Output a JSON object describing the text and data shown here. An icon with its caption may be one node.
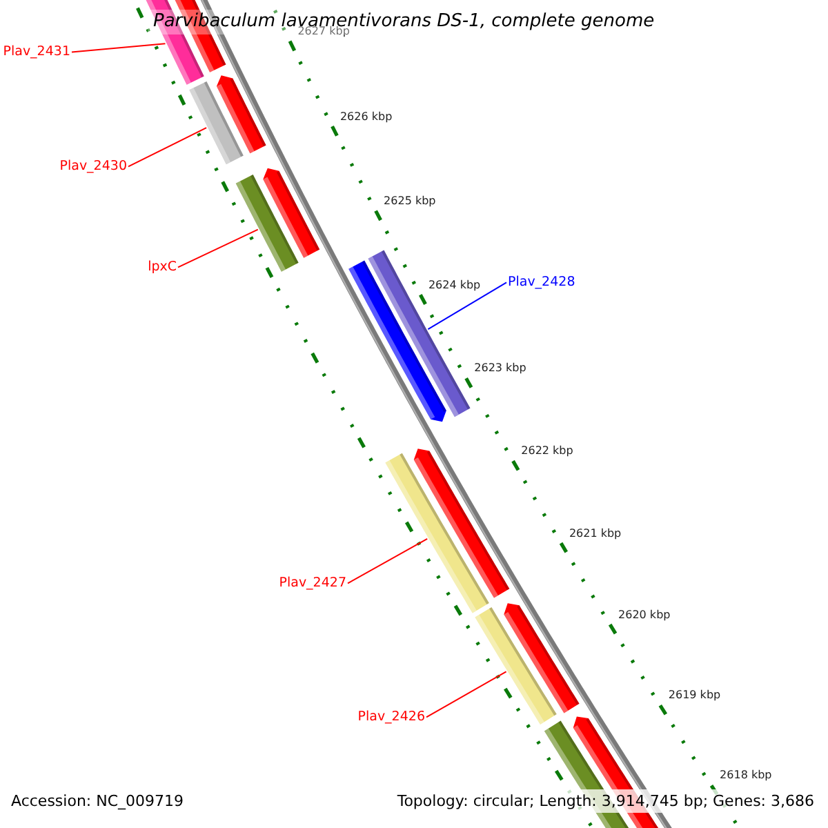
{
  "diagram": {
    "title": "Parvibaculum lavamentivorans DS-1, complete genome",
    "nodes": [
      {
        "text": [
          "Plav_2431"
        ]
      },
      {
        "text": [],
        "shape": "bar"
      },
      {
        "text": [
          "Plav_2430"
        ]
      },
      {
        "text": [],
        "shape": "bar"
      },
      {
        "text": [
          "lpxC"
        ]
      },
      {
        "text": [],
        "shape": "bar"
      },
      {
        "text": [
          "Plav_2428"
        ]
      },
      {
        "text": [],
        "shape": "bar"
      },
      {
        "text": [
          "Plav_2427"
        ]
      },
      {
        "text": [],
        "shape": "bar"
      },
      {
        "text": [
          "Plav_2426"
        ]
      },
      {
        "text": [],
        "shape": "bar"
      }
    ],
    "edges": [
      {
        "from": 0,
        "to": 1,
        "arrow": "none"
      },
      {
        "from": 2,
        "to": 3,
        "arrow": "none"
      },
      {
        "from": 4,
        "to": 5,
        "arrow": "none"
      },
      {
        "from": 6,
        "to": 7,
        "arrow": "none",
        "color": "#0000ff"
      },
      {
        "from": 8,
        "to": 9,
        "arrow": "none"
      },
      {
        "from": 10,
        "to": 11,
        "arrow": "none"
      }
    ],
    "labels": [
      "2627 kbp",
      "2626 kbp",
      "2625 kbp",
      "2624 kbp",
      "2623 kbp",
      "2622 kbp",
      "2621 kbp",
      "2620 kbp",
      "2619 kbp",
      "2618 kbp",
      "Accession: NC_009719",
      "Topology: circular; Length: 3,914,745 bp; Genes: 3,686"
    ]
  }
}
